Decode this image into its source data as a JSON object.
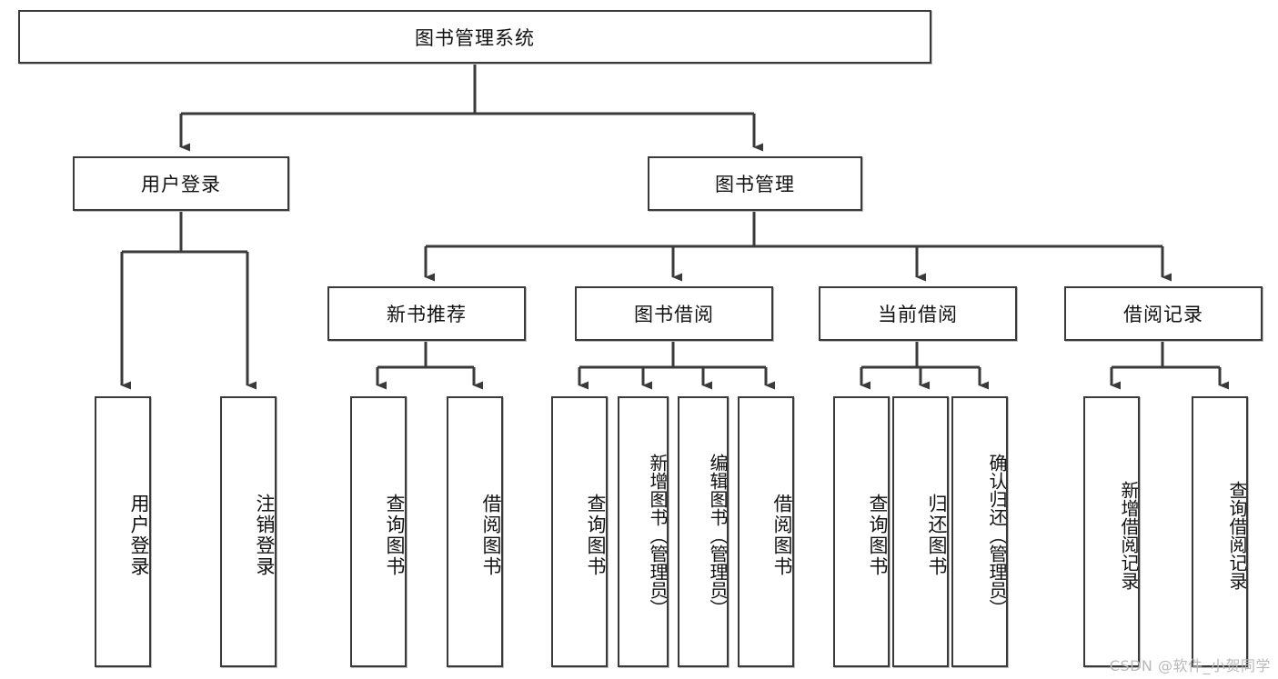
{
  "diagram": {
    "title": "图书管理系统",
    "type": "tree",
    "watermark": "CSDN @软件_小贺同学",
    "colors": {
      "stroke": "#3a3a3a",
      "fill": "#ffffff",
      "text": "#111111",
      "watermark": "#b9b9b9"
    },
    "root": {
      "label": "图书管理系统"
    },
    "level2": [
      {
        "label": "用户登录"
      },
      {
        "label": "图书管理"
      }
    ],
    "level3": [
      {
        "label": "新书推荐"
      },
      {
        "label": "图书借阅"
      },
      {
        "label": "当前借阅"
      },
      {
        "label": "借阅记录"
      }
    ],
    "leaves": {
      "user_login": [
        {
          "label": "用户登录"
        },
        {
          "label": "注销登录"
        }
      ],
      "new_book": [
        {
          "label": "查询图书"
        },
        {
          "label": "借阅图书"
        }
      ],
      "book_borrow": [
        {
          "label": "查询图书"
        },
        {
          "label": "新增图书（管理员）"
        },
        {
          "label": "编辑图书（管理员）"
        },
        {
          "label": "借阅图书"
        }
      ],
      "current_borrow": [
        {
          "label": "查询图书"
        },
        {
          "label": "归还图书"
        },
        {
          "label": "确认归还（管理员）"
        }
      ],
      "borrow_record": [
        {
          "label": "新增借阅记录"
        },
        {
          "label": "查询借阅记录"
        }
      ]
    }
  }
}
